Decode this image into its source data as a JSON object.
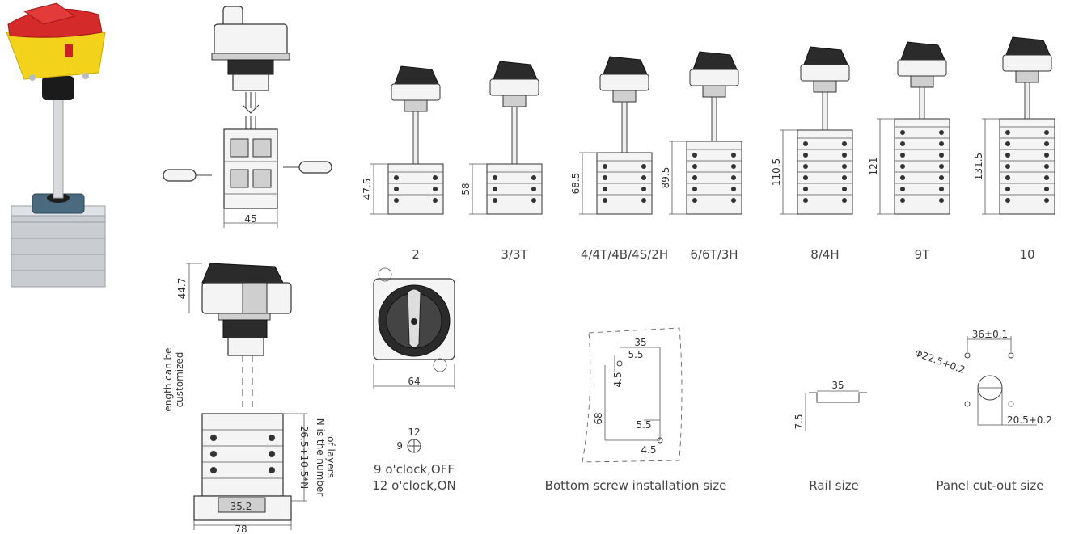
{
  "colors": {
    "handle_red": "#d42a2a",
    "housing_yellow": "#f2d21a",
    "base_blue": "#4a6a80",
    "module_grey": "#c9ccd0"
  },
  "exploded": {
    "width_label": "45"
  },
  "side_view": {
    "height_label": "44.7",
    "shaft_note_line1": "ength can be",
    "shaft_note_line2": "customized",
    "stack_note_line1": "N is the number",
    "stack_note_line2": "of layers",
    "stack_formula": "26.5+10.5*N",
    "base_inner": "35.2",
    "base_outer": "78"
  },
  "variants": [
    {
      "height": "47.5",
      "label": "2"
    },
    {
      "height": "58",
      "label": "3/3T"
    },
    {
      "height": "68.5",
      "label": "4/4T/4B/4S/2H"
    },
    {
      "height": "89.5",
      "label": "6/6T/3H"
    },
    {
      "height": "110.5",
      "label": "8/4H"
    },
    {
      "height": "121",
      "label": "9T"
    },
    {
      "height": "131.5",
      "label": "10"
    }
  ],
  "front_view": {
    "width_label": "64"
  },
  "positions": {
    "top_num": "12",
    "left_num": "9",
    "line1": "9 o'clock,OFF",
    "line2": "12 o'clock,ON"
  },
  "screw": {
    "caption": "Bottom screw installation size",
    "w": "35",
    "a": "5.5",
    "b": "4.5",
    "h": "68",
    "c": "5.5",
    "d": "4.5"
  },
  "rail": {
    "caption": "Rail size",
    "w": "35",
    "h": "7.5"
  },
  "cutout": {
    "caption": "Panel cut-out size",
    "spacing": "36±0,1",
    "diameter": "Φ22.5+0.2",
    "offset": "20.5+0.2"
  }
}
